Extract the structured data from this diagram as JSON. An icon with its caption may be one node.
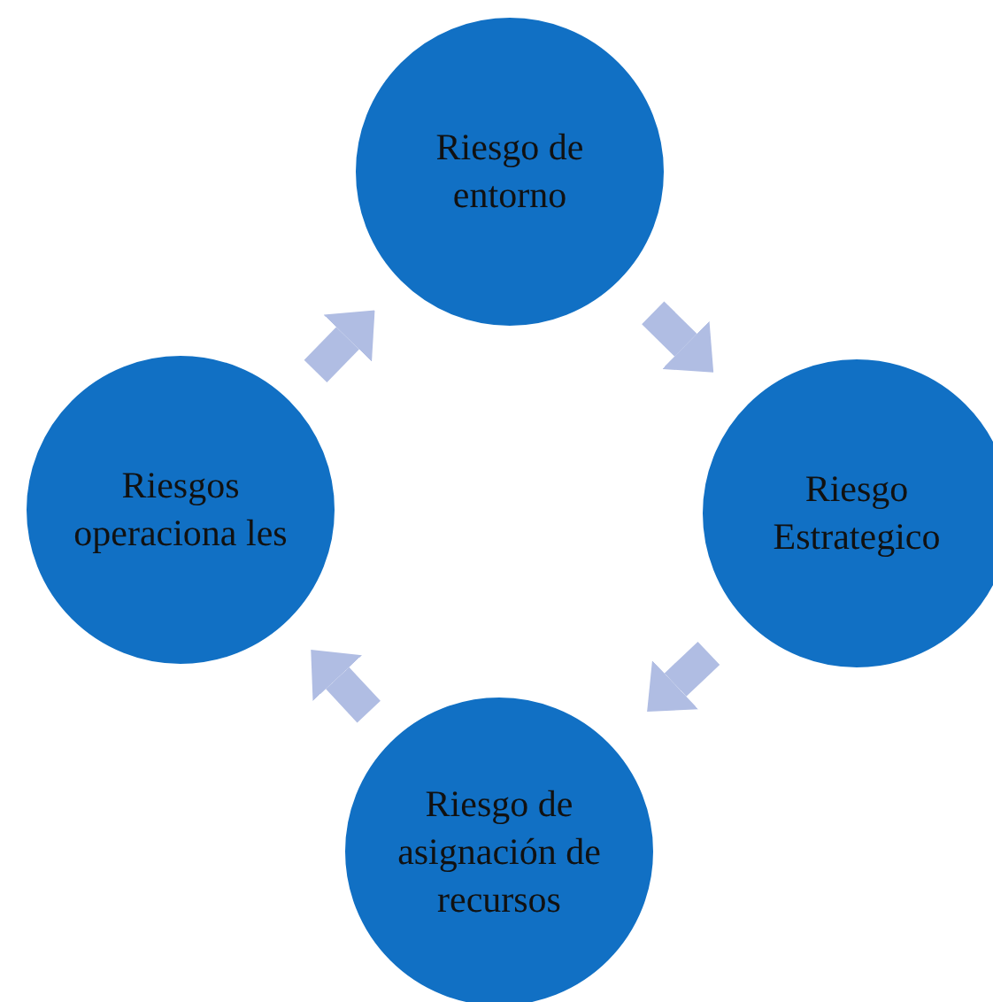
{
  "diagram": {
    "nodes": [
      {
        "text": [
          "Riesgo de entorno"
        ]
      },
      {
        "text": [
          "Riesgos operaciona les"
        ]
      },
      {
        "text": [
          "Riesgo Estrategico"
        ]
      },
      {
        "text": [
          "Riesgo de asignación de recursos"
        ]
      }
    ],
    "edges": [
      {
        "from": 0,
        "to": 2,
        "arrow": "to"
      },
      {
        "from": 2,
        "to": 3,
        "arrow": "to"
      },
      {
        "from": 3,
        "to": 1,
        "arrow": "to"
      },
      {
        "from": 1,
        "to": 0,
        "arrow": "to"
      }
    ]
  }
}
